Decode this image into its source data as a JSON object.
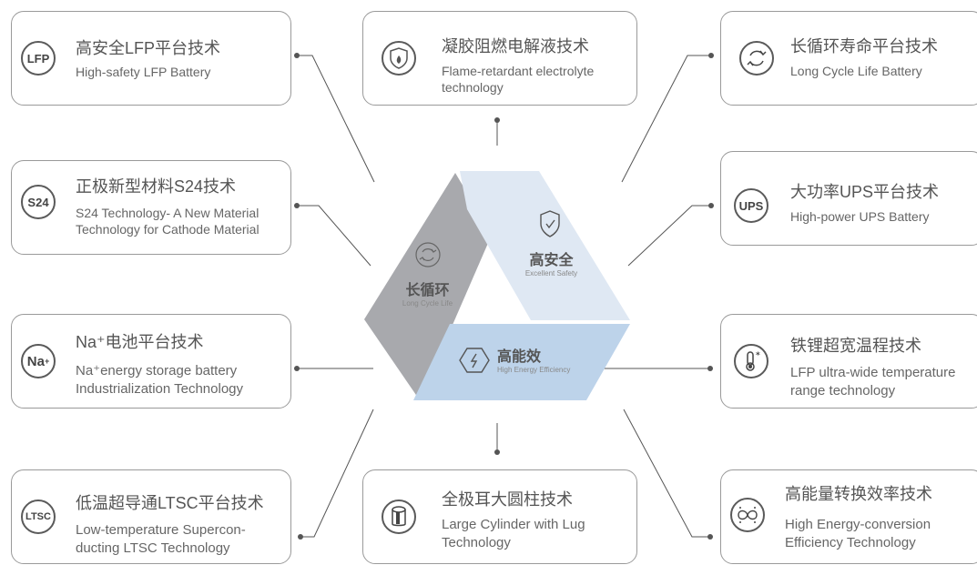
{
  "cards": {
    "lfp": {
      "badge": "LFP",
      "cn": "高安全LFP平台技术",
      "en": "High-safety LFP Battery"
    },
    "flame": {
      "cn": "凝胶阻燃电解液技术",
      "en": "Flame-retardant electrolyte\n technology"
    },
    "cycle": {
      "cn": "长循环寿命平台技术",
      "en": "Long Cycle Life Battery"
    },
    "s24": {
      "badge": "S24",
      "cn": "正极新型材料S24技术",
      "en": "S24 Technology- A New Material\nTechnology for Cathode Material"
    },
    "ups": {
      "badge": "UPS",
      "cn": "大功率UPS平台技术",
      "en": "High-power  UPS Battery"
    },
    "na": {
      "badge": "Na",
      "badge_sup": "+",
      "cn": "Na⁺电池平台技术",
      "en": "Na⁺energy storage battery\nIndustrialization Technology"
    },
    "temp": {
      "cn": "铁锂超宽温程技术",
      "en": "LFP ultra-wide temperature\nrange technology"
    },
    "ltsc": {
      "badge": "LTSC",
      "cn": "低温超导通LTSC平台技术",
      "en": "Low-temperature Supercon-\nducting  LTSC Technology"
    },
    "cyl": {
      "cn": "全极耳大圆柱技术",
      "en": "Large Cylinder with Lug\nTechnology"
    },
    "energy": {
      "cn": "高能量转换效率技术",
      "en": "High Energy-conversion\nEfficiency Technology"
    }
  },
  "triangle": {
    "long": {
      "cn": "长循环",
      "en": "Long Cycle Life"
    },
    "safe": {
      "cn": "高安全",
      "en": "Excellent Safety"
    },
    "eff": {
      "cn": "高能效",
      "en": "High Energy Efficiency"
    }
  },
  "colors": {
    "long": "#a8a9ad",
    "safe": "#dfe8f3",
    "eff": "#bdd3ea",
    "line": "#555555"
  }
}
